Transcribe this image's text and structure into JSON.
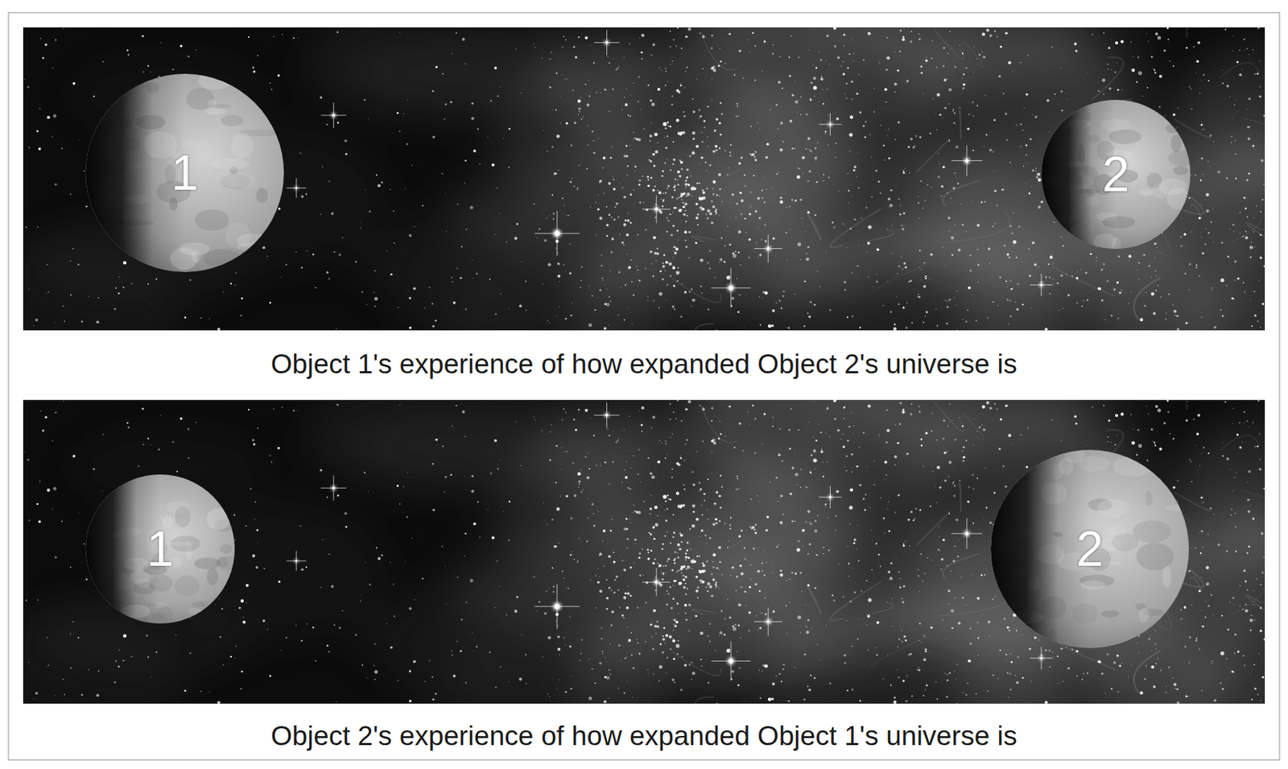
{
  "diagram": {
    "nodes": [
      {
        "text": [
          "1"
        ]
      },
      {
        "text": [
          "2"
        ]
      },
      {
        "text": [
          "1"
        ]
      },
      {
        "text": [
          "2"
        ]
      }
    ],
    "labels": [
      "Object 1's experience of how expanded Object 2's universe is",
      "Object 2's experience of how expanded Object 1's universe is"
    ]
  }
}
